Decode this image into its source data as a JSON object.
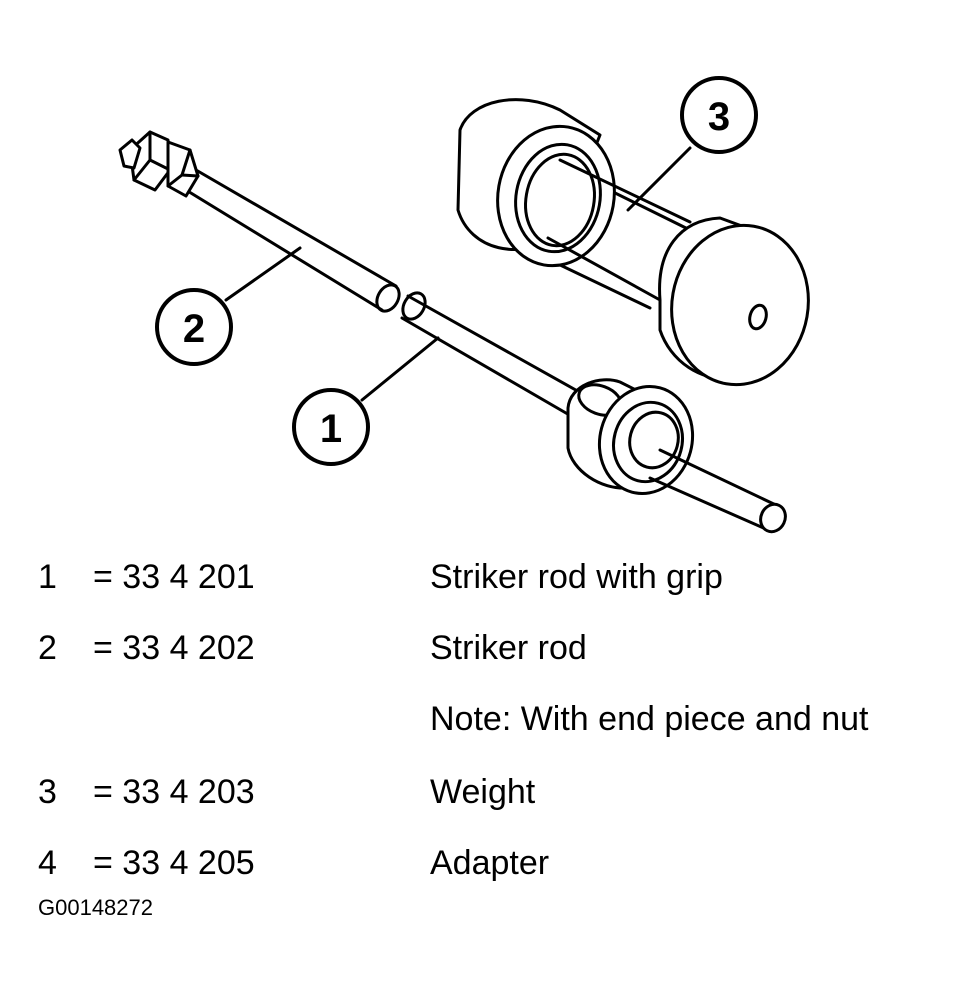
{
  "callouts": [
    {
      "label": "1"
    },
    {
      "label": "2"
    },
    {
      "label": "3"
    }
  ],
  "legend": [
    {
      "num": "1",
      "code": "= 33 4 201",
      "desc": "Striker rod with grip"
    },
    {
      "num": "2",
      "code": "= 33 4 202",
      "desc": "Striker rod"
    },
    {
      "num": "",
      "code": "",
      "desc": "Note: With end piece and nut"
    },
    {
      "num": "3",
      "code": "= 33 4 203",
      "desc": "Weight"
    },
    {
      "num": "4",
      "code": "= 33 4 205",
      "desc": "Adapter"
    }
  ],
  "figure_id": "G00148272",
  "colors": {
    "ink": "#000000",
    "paper": "#ffffff"
  }
}
